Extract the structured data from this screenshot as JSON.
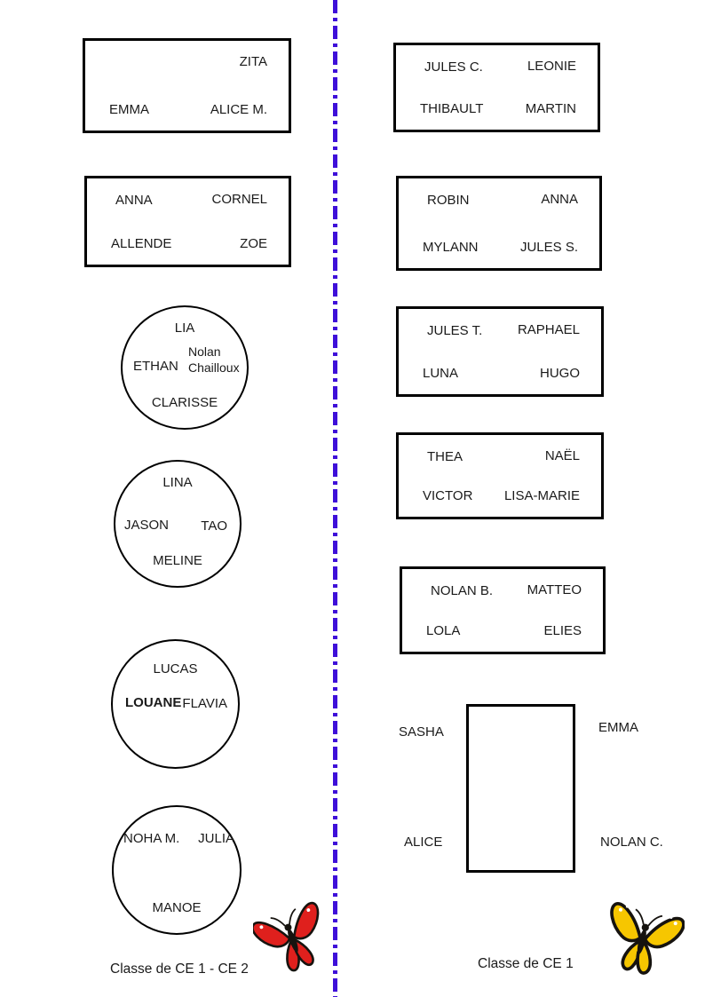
{
  "left_section": {
    "caption": "Classe de CE 1 - CE 2",
    "rect_tables": [
      {
        "top_right": "ZITA",
        "bottom_left": "EMMA",
        "bottom_right": "ALICE M."
      },
      {
        "top_left": "ANNA",
        "top_right": "CORNEL",
        "bottom_left": "ALLENDE",
        "bottom_right": "ZOE"
      }
    ],
    "round_tables": [
      {
        "top": "LIA",
        "left": "ETHAN",
        "center": "Nolan Chailloux",
        "bottom": "CLARISSE"
      },
      {
        "top": "LINA",
        "left": "JASON",
        "right": "TAO",
        "bottom": "MELINE"
      },
      {
        "top": "LUCAS",
        "left": "LOUANE",
        "right": "FLAVIA"
      },
      {
        "left": "NOHA M.",
        "right": "JULIA",
        "bottom": "MANOE"
      }
    ],
    "butterfly_icon": "red-butterfly"
  },
  "right_section": {
    "caption": "Classe de CE 1",
    "rect_tables": [
      {
        "top_left": "JULES C.",
        "top_right": "LEONIE",
        "bottom_left": "THIBAULT",
        "bottom_right": "MARTIN"
      },
      {
        "top_left": "ROBIN",
        "top_right": "ANNA",
        "bottom_left": "MYLANN",
        "bottom_right": "JULES S."
      },
      {
        "top_left": "JULES T.",
        "top_right": "RAPHAEL",
        "bottom_left": "LUNA",
        "bottom_right": "HUGO"
      },
      {
        "top_left": "THEA",
        "top_right": "NAËL",
        "bottom_left": "VICTOR",
        "bottom_right": "LISA-MARIE"
      },
      {
        "top_left": "NOLAN B.",
        "top_right": "MATTEO",
        "bottom_left": "LOLA",
        "bottom_right": "ELIES"
      }
    ],
    "vertical_table": {
      "left_top": "SASHA",
      "right_top": "EMMA",
      "left_bottom": "ALICE",
      "right_bottom": "NOLAN C."
    },
    "butterfly_icon": "yellow-butterfly"
  },
  "colors": {
    "divider": "#3e0fd9",
    "table_border": "#000000",
    "text": "#1a1a1a",
    "butterfly_red": "#df201d",
    "butterfly_yellow": "#f6c600"
  }
}
